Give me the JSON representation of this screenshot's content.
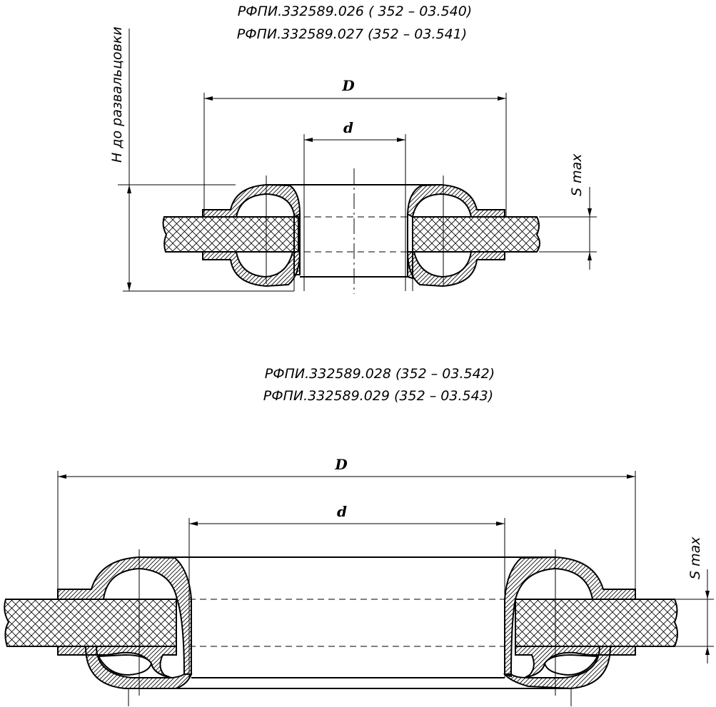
{
  "colors": {
    "line": "#000000",
    "background": "#ffffff"
  },
  "top_view": {
    "title_line1": "РФПИ.332589.026 ( 352 – 03.540)",
    "title_line2": "РФПИ.332589.027 (352 – 03.541)",
    "dim_D": "D",
    "dim_d": "d",
    "dim_S": "S max",
    "dim_H": "H до развальцовки"
  },
  "bottom_view": {
    "title_line1": "РФПИ.332589.028 (352 – 03.542)",
    "title_line2": "РФПИ.332589.029 (352 – 03.543)",
    "dim_D": "D",
    "dim_d": "d",
    "dim_S": "S max"
  }
}
